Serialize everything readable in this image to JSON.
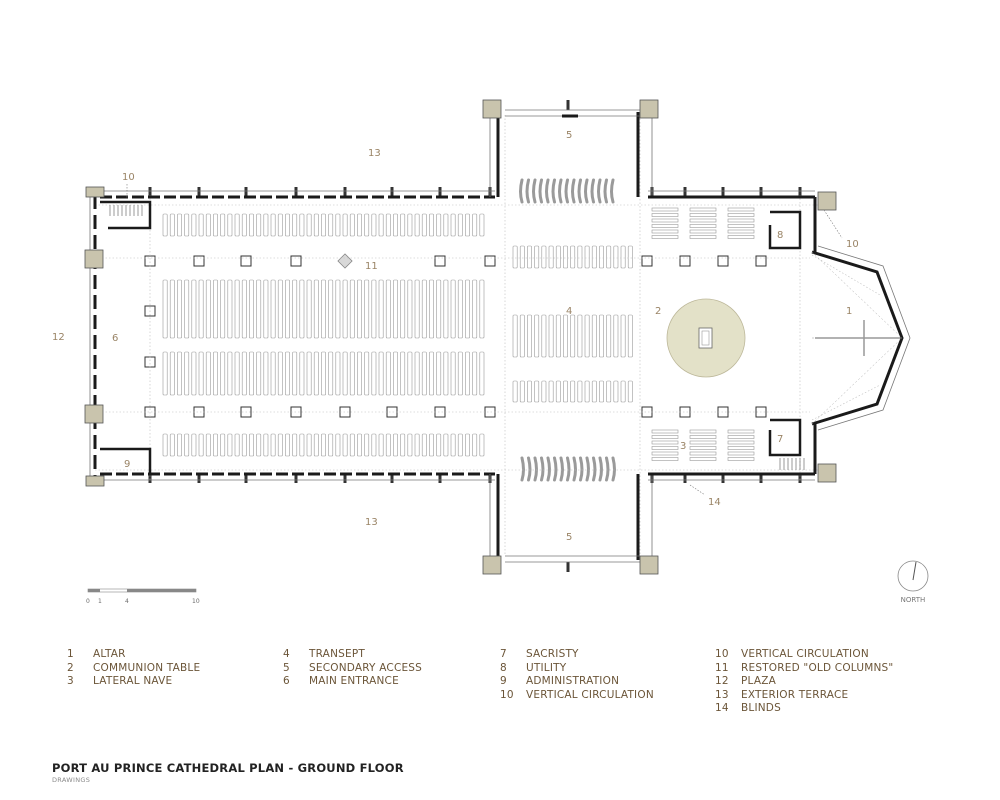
{
  "title": "PORT AU PRINCE CATHEDRAL PLAN - GROUND FLOOR",
  "subtitle": "DRAWINGS",
  "north_label": "NORTH",
  "scale_labels": [
    "0",
    "1",
    "4",
    "10"
  ],
  "plan_labels": {
    "l1": "1",
    "l2": "2",
    "l3": "3",
    "l4": "4",
    "l5a": "5",
    "l5b": "5",
    "l6": "6",
    "l7": "7",
    "l8": "8",
    "l9": "9",
    "l10a": "10",
    "l10b": "10",
    "l11": "11",
    "l12": "12",
    "l13a": "13",
    "l13b": "13",
    "l14": "14"
  },
  "legend": {
    "col1": [
      {
        "num": "1",
        "label": "ALTAR"
      },
      {
        "num": "2",
        "label": "COMMUNION TABLE"
      },
      {
        "num": "3",
        "label": "LATERAL NAVE"
      }
    ],
    "col2": [
      {
        "num": "4",
        "label": "TRANSEPT"
      },
      {
        "num": "5",
        "label": "SECONDARY ACCESS"
      },
      {
        "num": "6",
        "label": "MAIN ENTRANCE"
      }
    ],
    "col3": [
      {
        "num": "7",
        "label": "SACRISTY"
      },
      {
        "num": "8",
        "label": "UTILITY"
      },
      {
        "num": "9",
        "label": "ADMINISTRATION"
      },
      {
        "num": "10",
        "label": "VERTICAL CIRCULATION"
      }
    ],
    "col4": [
      {
        "num": "10",
        "label": "VERTICAL CIRCULATION"
      },
      {
        "num": "11",
        "label": "RESTORED \"OLD COLUMNS\""
      },
      {
        "num": "12",
        "label": "PLAZA"
      },
      {
        "num": "13",
        "label": "EXTERIOR TERRACE"
      },
      {
        "num": "14",
        "label": "BLINDS"
      }
    ]
  },
  "colors": {
    "ink": "#1a1a1a",
    "pillar": "#c9c4ad",
    "table": "#e3e1c8",
    "label": "#9a8466",
    "legend": "#6b5538"
  }
}
